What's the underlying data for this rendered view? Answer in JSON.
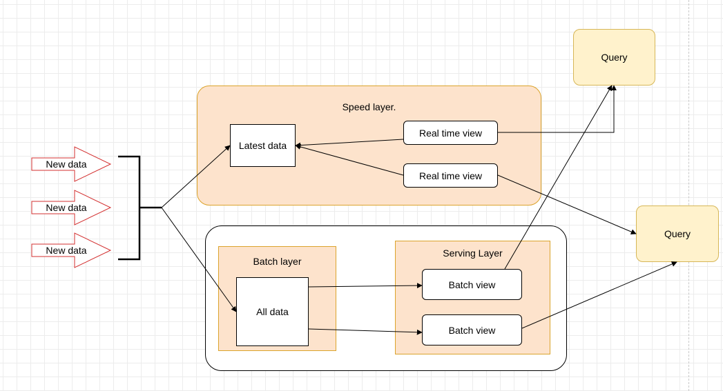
{
  "diagram": {
    "inputs": [
      "New data",
      "New data",
      "New data"
    ],
    "speed_layer": {
      "title": "Speed layer.",
      "latest_data": "Latest data",
      "views": [
        "Real time view",
        "Real time view"
      ]
    },
    "batch_layer": {
      "title": "Batch layer",
      "all_data": "All data"
    },
    "serving_layer": {
      "title": "Serving Layer",
      "views": [
        "Batch view",
        "Batch view"
      ]
    },
    "queries": [
      "Query",
      "Query"
    ],
    "colors": {
      "layer_fill": "#fde3cc",
      "layer_border": "#dba32b",
      "query_fill": "#fff2cc",
      "query_border": "#d6b656",
      "input_arrow": "#d32f2f"
    }
  }
}
